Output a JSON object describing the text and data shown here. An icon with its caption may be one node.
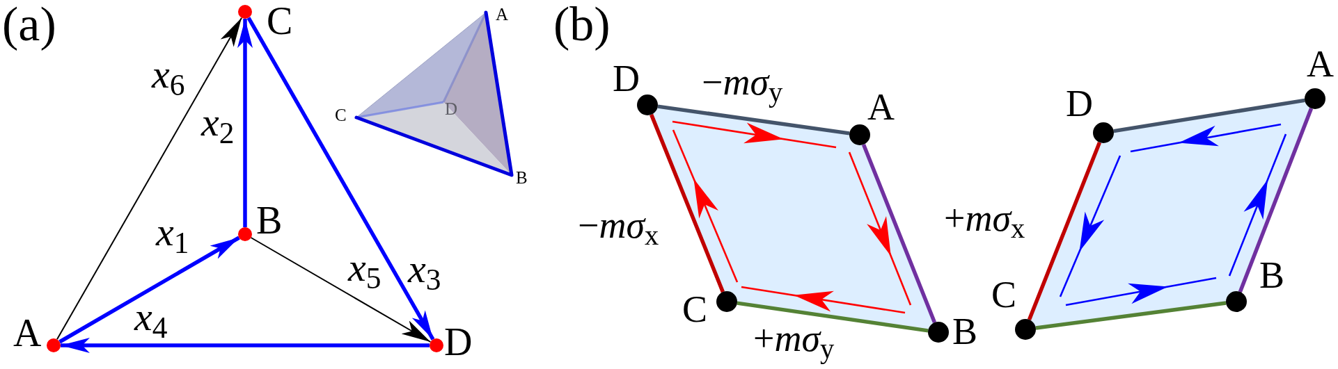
{
  "diagram": {
    "nodes": [
      {
        "text": [
          "C"
        ]
      },
      {
        "text": [
          "B"
        ]
      },
      {
        "text": [
          "A"
        ]
      },
      {
        "text": [
          "D"
        ]
      },
      {
        "text": [
          "D"
        ]
      },
      {
        "text": [
          "A"
        ]
      },
      {
        "text": [
          "C"
        ]
      },
      {
        "text": [
          "B"
        ]
      },
      {
        "text": [
          "A"
        ]
      },
      {
        "text": [
          "D"
        ]
      },
      {
        "text": [
          "B"
        ]
      },
      {
        "text": [
          "C"
        ]
      }
    ],
    "edges": [
      {
        "from": 2,
        "to": 1,
        "arrow": "to",
        "label": "*x*$_{1}$",
        "color": "#0000ff"
      },
      {
        "from": 1,
        "to": 0,
        "arrow": "to",
        "label": "*x*$_{2}$",
        "color": "#0000ff"
      },
      {
        "from": 0,
        "to": 3,
        "arrow": "to",
        "label": "*x*$_{3}$",
        "color": "#0000ff"
      },
      {
        "from": 3,
        "to": 2,
        "arrow": "to",
        "label": "*x*$_{4}$",
        "color": "#0000ff"
      },
      {
        "from": 1,
        "to": 3,
        "arrow": "to",
        "label": "*x*$_{5}$",
        "color": "#000000"
      },
      {
        "from": 2,
        "to": 0,
        "arrow": "to",
        "label": "*x*$_{6}$",
        "color": "#000000"
      },
      {
        "from": 4,
        "to": 5,
        "arrow": "none",
        "label": "−*mσ*$_{y}$",
        "color": "#44546a"
      },
      {
        "from": 5,
        "to": 7,
        "arrow": "none",
        "label": "+*mσ*$_{x}$",
        "color": "#7030a0"
      },
      {
        "from": 6,
        "to": 7,
        "arrow": "none",
        "label": "+*mσ*$_{y}$",
        "color": "#548235"
      },
      {
        "from": 4,
        "to": 6,
        "arrow": "none",
        "label": "−*mσ*$_{x}$",
        "color": "#c00000"
      },
      {
        "from": 9,
        "to": 8,
        "arrow": "none",
        "color": "#44546a"
      },
      {
        "from": 8,
        "to": 10,
        "arrow": "none",
        "color": "#7030a0"
      },
      {
        "from": 11,
        "to": 10,
        "arrow": "none",
        "color": "#548235"
      },
      {
        "from": 9,
        "to": 11,
        "arrow": "none",
        "color": "#c00000"
      }
    ],
    "labels": [
      "(a)",
      "A",
      "C",
      "D",
      "B",
      "(b)"
    ]
  }
}
